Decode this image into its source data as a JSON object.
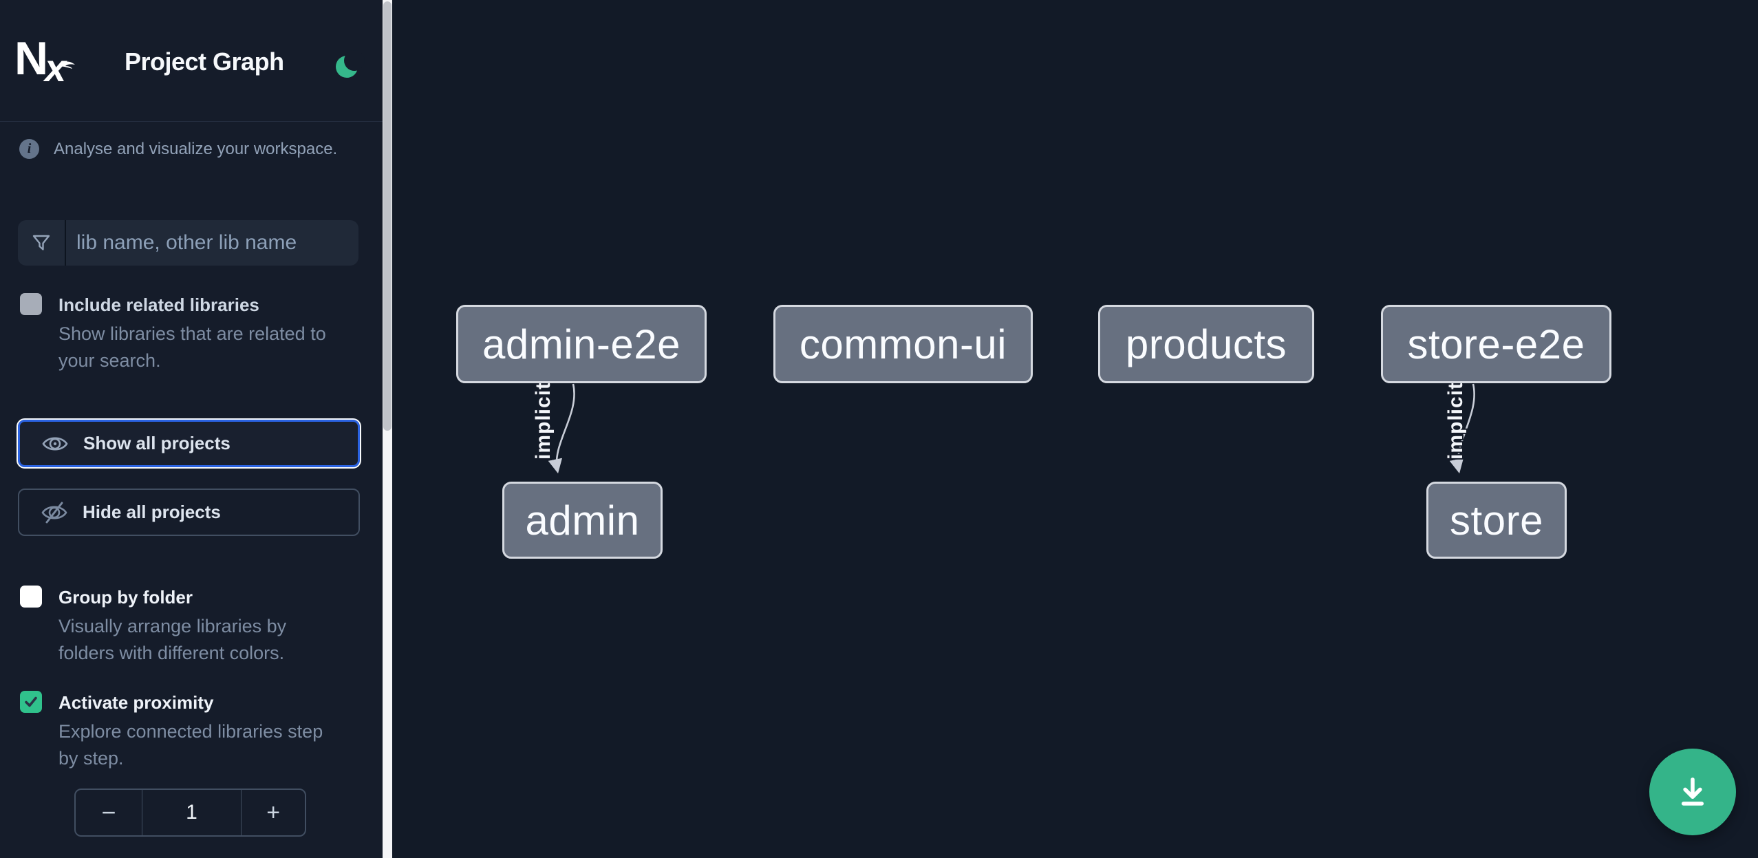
{
  "app": {
    "name": "Nx",
    "title": "Project Graph"
  },
  "theme": {
    "mode": "dark",
    "accent_green": "#34b489",
    "checkbox_green": "#30c28c",
    "focus_blue": "#2b63e2",
    "canvas_bg": "#121a27",
    "sidebar_bg": "#151c2a",
    "node_fill": "#677080"
  },
  "intro": {
    "text": "Analyse and visualize your workspace."
  },
  "search": {
    "placeholder": "lib name, other lib name",
    "value": ""
  },
  "options": {
    "include_related": {
      "label": "Include related libraries",
      "description": "Show libraries that are related to your search.",
      "checked": false
    },
    "group_by_folder": {
      "label": "Group by folder",
      "description": "Visually arrange libraries by folders with different colors.",
      "checked": false
    },
    "activate_proximity": {
      "label": "Activate proximity",
      "description": "Explore connected libraries step by step.",
      "checked": true
    }
  },
  "actions": {
    "show_all": "Show all projects",
    "hide_all": "Hide all projects"
  },
  "proximity_stepper": {
    "decrement": "−",
    "value": "1",
    "increment": "+"
  },
  "graph": {
    "nodes": [
      {
        "label": "admin-e2e"
      },
      {
        "label": "common-ui"
      },
      {
        "label": "products"
      },
      {
        "label": "store-e2e"
      },
      {
        "label": "admin"
      },
      {
        "label": "store"
      }
    ],
    "edges": [
      {
        "from": "admin-e2e",
        "to": "admin",
        "label": "implicit",
        "type": "implicit"
      },
      {
        "from": "store-e2e",
        "to": "store",
        "label": "implicit",
        "type": "implicit"
      }
    ]
  },
  "icons": {
    "theme_toggle": "moon-icon",
    "info": "info-icon",
    "search": "funnel-icon",
    "show_all": "eye-icon",
    "hide_all": "eye-off-icon",
    "fab": "download-icon"
  }
}
